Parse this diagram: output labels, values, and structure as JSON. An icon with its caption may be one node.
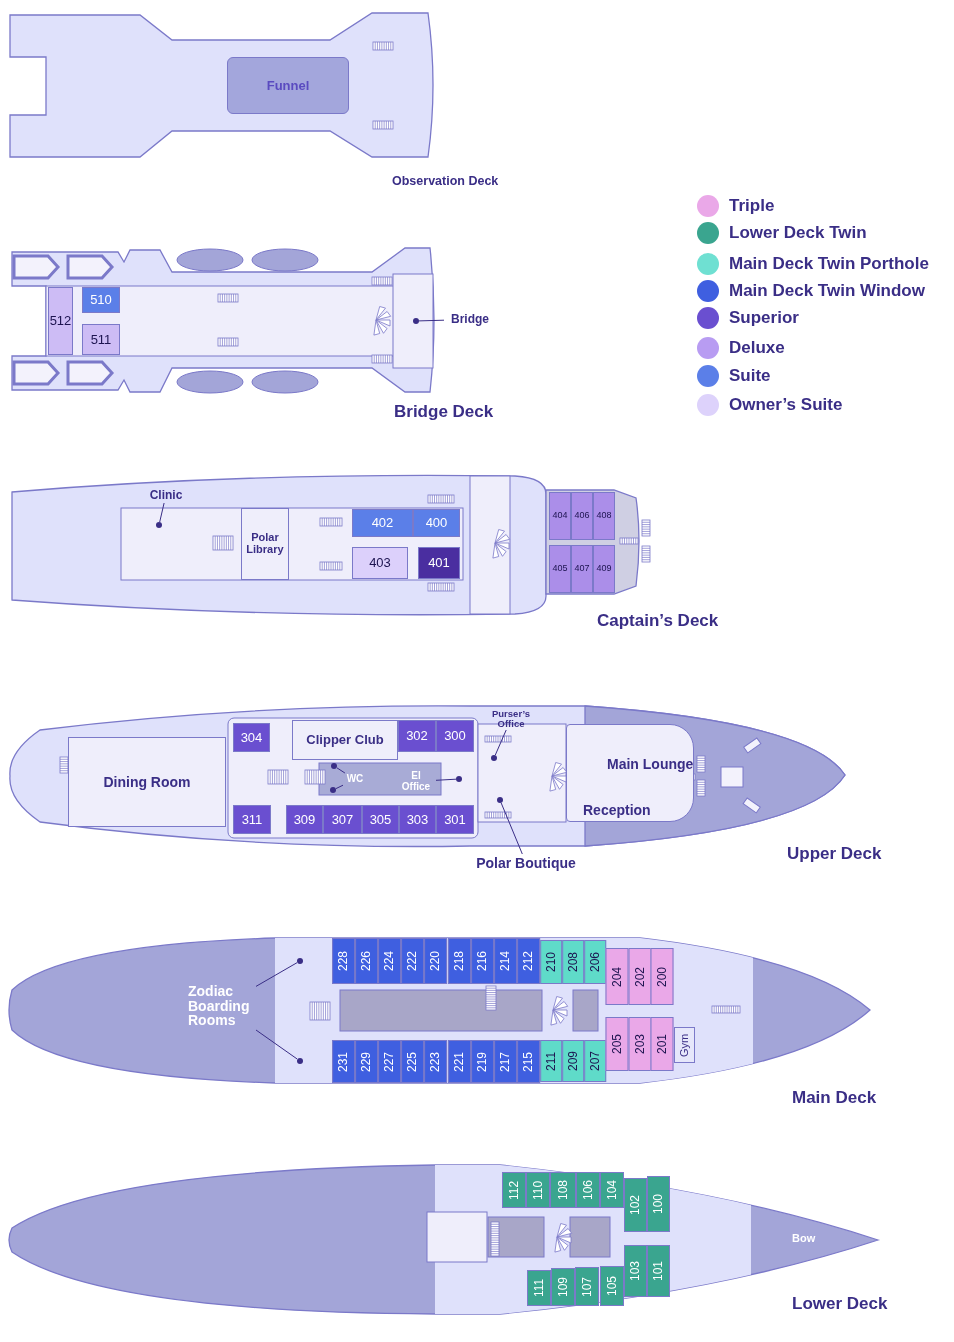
{
  "diagram": {
    "nodes": [
      {
        "text": [
          "Funnel"
        ]
      },
      {
        "text": [
          "510"
        ]
      },
      {
        "text": [
          "512"
        ]
      },
      {
        "text": [
          "511"
        ]
      },
      {
        "text": [],
        "shape": "circle"
      },
      {
        "text": [
          "Bridge"
        ]
      },
      {
        "text": [
          "Clinic"
        ]
      },
      {
        "text": [],
        "shape": "circle"
      },
      {
        "text": [
          "Polar Library"
        ]
      },
      {
        "text": [
          "402"
        ]
      },
      {
        "text": [
          "400"
        ]
      },
      {
        "text": [
          "403"
        ]
      },
      {
        "text": [
          "401"
        ]
      },
      {
        "text": [
          "404"
        ]
      },
      {
        "text": [
          "406"
        ]
      },
      {
        "text": [
          "408"
        ]
      },
      {
        "text": [
          "405"
        ]
      },
      {
        "text": [
          "407"
        ]
      },
      {
        "text": [
          "409"
        ]
      },
      {
        "text": [
          "Dining Room"
        ]
      },
      {
        "text": [
          "304"
        ]
      },
      {
        "text": [
          "Clipper Club"
        ]
      },
      {
        "text": [
          "302"
        ]
      },
      {
        "text": [
          "300"
        ]
      },
      {
        "text": [
          "WC"
        ]
      },
      {
        "text": [],
        "shape": "circle"
      },
      {
        "text": [],
        "shape": "circle"
      },
      {
        "text": [
          "El Office"
        ]
      },
      {
        "text": [],
        "shape": "circle"
      },
      {
        "text": [
          "311"
        ]
      },
      {
        "text": [
          "309"
        ]
      },
      {
        "text": [
          "307"
        ]
      },
      {
        "text": [
          "305"
        ]
      },
      {
        "text": [
          "303"
        ]
      },
      {
        "text": [
          "301"
        ]
      },
      {
        "text": [
          "Purser’s Office"
        ]
      },
      {
        "text": [],
        "shape": "circle"
      },
      {
        "text": [
          "Polar Boutique"
        ]
      },
      {
        "text": [],
        "shape": "circle"
      },
      {
        "text": [
          "Main Lounge",
          "Reception"
        ]
      },
      {
        "text": [
          "Zodiac Boarding Rooms"
        ]
      },
      {
        "text": [],
        "shape": "circle"
      },
      {
        "text": [],
        "shape": "circle"
      },
      {
        "text": [
          "228"
        ]
      },
      {
        "text": [
          "226"
        ]
      },
      {
        "text": [
          "224"
        ]
      },
      {
        "text": [
          "222"
        ]
      },
      {
        "text": [
          "220"
        ]
      },
      {
        "text": [
          "218"
        ]
      },
      {
        "text": [
          "216"
        ]
      },
      {
        "text": [
          "214"
        ]
      },
      {
        "text": [
          "212"
        ]
      },
      {
        "text": [
          "210"
        ]
      },
      {
        "text": [
          "208"
        ]
      },
      {
        "text": [
          "206"
        ]
      },
      {
        "text": [
          "204"
        ]
      },
      {
        "text": [
          "202"
        ]
      },
      {
        "text": [
          "200"
        ]
      },
      {
        "text": [
          "231"
        ]
      },
      {
        "text": [
          "229"
        ]
      },
      {
        "text": [
          "227"
        ]
      },
      {
        "text": [
          "225"
        ]
      },
      {
        "text": [
          "223"
        ]
      },
      {
        "text": [
          "221"
        ]
      },
      {
        "text": [
          "219"
        ]
      },
      {
        "text": [
          "217"
        ]
      },
      {
        "text": [
          "215"
        ]
      },
      {
        "text": [
          "211"
        ]
      },
      {
        "text": [
          "209"
        ]
      },
      {
        "text": [
          "207"
        ]
      },
      {
        "text": [
          "205"
        ]
      },
      {
        "text": [
          "203"
        ]
      },
      {
        "text": [
          "201"
        ]
      },
      {
        "text": [
          "Gym"
        ]
      },
      {
        "text": [
          "112"
        ]
      },
      {
        "text": [
          "110"
        ]
      },
      {
        "text": [
          "108"
        ]
      },
      {
        "text": [
          "106"
        ]
      },
      {
        "text": [
          "104"
        ]
      },
      {
        "text": [
          "102"
        ]
      },
      {
        "text": [
          "100"
        ]
      },
      {
        "text": [
          "111"
        ]
      },
      {
        "text": [
          "109"
        ]
      },
      {
        "text": [
          "107"
        ]
      },
      {
        "text": [
          "105"
        ]
      },
      {
        "text": [
          "103"
        ]
      },
      {
        "text": [
          "101"
        ]
      }
    ],
    "edges": [
      {
        "from": 5,
        "to": 4,
        "arrow": "none"
      },
      {
        "from": 6,
        "to": 7,
        "arrow": "none"
      },
      {
        "from": 24,
        "to": 25,
        "arrow": "none"
      },
      {
        "from": 24,
        "to": 26,
        "arrow": "none"
      },
      {
        "from": 27,
        "to": 28,
        "arrow": "none"
      },
      {
        "from": 35,
        "to": 36,
        "arrow": "none"
      },
      {
        "from": 37,
        "to": 38,
        "arrow": "none"
      },
      {
        "from": 40,
        "to": 41,
        "arrow": "none"
      },
      {
        "from": 40,
        "to": 42,
        "arrow": "none"
      }
    ],
    "labels": [
      "Observation Deck",
      "Bridge Deck",
      "Captain’s Deck",
      "Upper Deck",
      "Main Deck",
      "Lower Deck",
      "Bow"
    ],
    "legend": [
      {
        "text": "Triple",
        "color": "#eaa8e8"
      },
      {
        "text": "Lower Deck Twin",
        "color": "#3aa58f"
      },
      {
        "text": "Main Deck Twin Porthole",
        "color": "#6fe0d2"
      },
      {
        "text": "Main Deck Twin Window",
        "color": "#3f5fe0"
      },
      {
        "text": "Superior",
        "color": "#6a4fd0"
      },
      {
        "text": "Deluxe",
        "color": "#b89cf2"
      },
      {
        "text": "Suite",
        "color": "#5b7fe8"
      },
      {
        "text": "Owner’s Suite",
        "color": "#ddd2fb"
      }
    ]
  }
}
